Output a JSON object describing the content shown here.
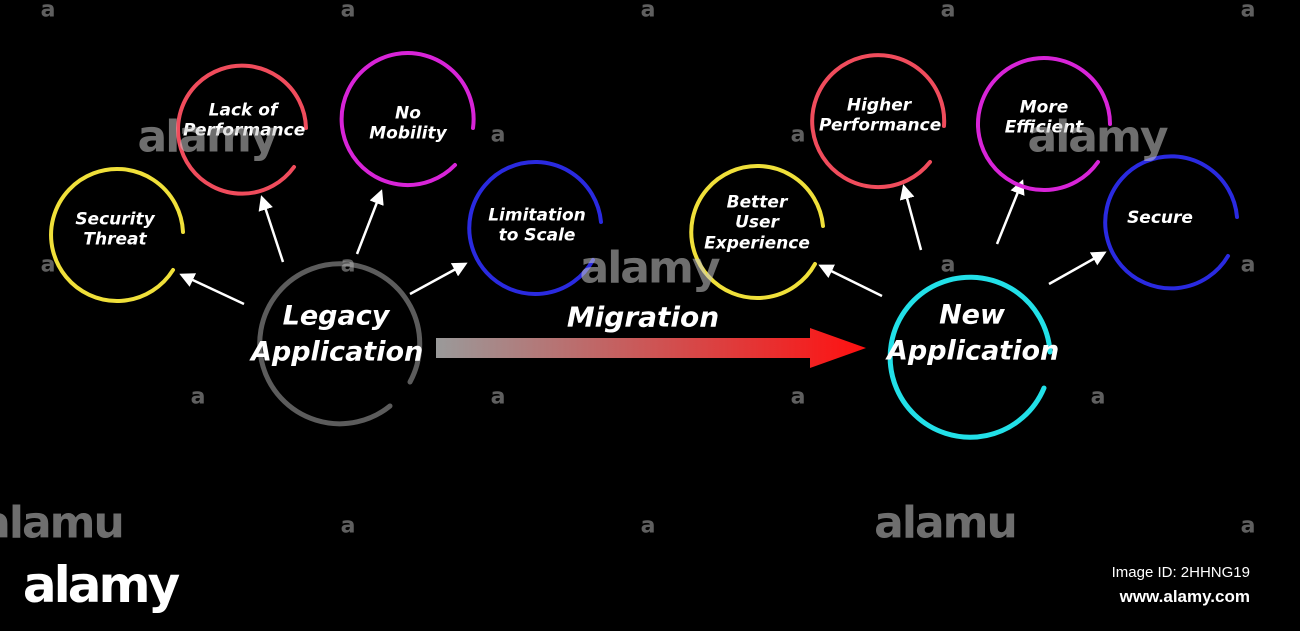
{
  "migration_label": "Migration",
  "colors": {
    "background": "#000000",
    "arrow_start": "#9a9a9a",
    "arrow_end": "#ff1010",
    "text": "#ffffff",
    "yellow": "#f0e03a",
    "red": "#f04c5c",
    "magenta": "#d824d8",
    "blue": "#2a2ae0",
    "gray": "#5c5c5c",
    "cyan": "#22e0e8"
  },
  "legacy": {
    "label": "Legacy\nApplication",
    "color": "gray",
    "problems": [
      {
        "label": "Security\nThreat",
        "color": "yellow"
      },
      {
        "label": "Lack of\nPerformance",
        "color": "red"
      },
      {
        "label": "No\nMobility",
        "color": "magenta"
      },
      {
        "label": "Limitation\nto Scale",
        "color": "blue"
      }
    ]
  },
  "new": {
    "label": "New\nApplication",
    "color": "cyan",
    "benefits": [
      {
        "label": "Better\nUser\nExperience",
        "color": "yellow"
      },
      {
        "label": "Higher\nPerformance",
        "color": "red"
      },
      {
        "label": "More\nEfficient",
        "color": "magenta"
      },
      {
        "label": "Secure",
        "color": "blue"
      }
    ]
  },
  "watermarks": {
    "brand": "alamy",
    "partial": "alamu",
    "letter": "a",
    "image_id": "Image ID: 2HHNG19",
    "url": "www.alamy.com"
  }
}
